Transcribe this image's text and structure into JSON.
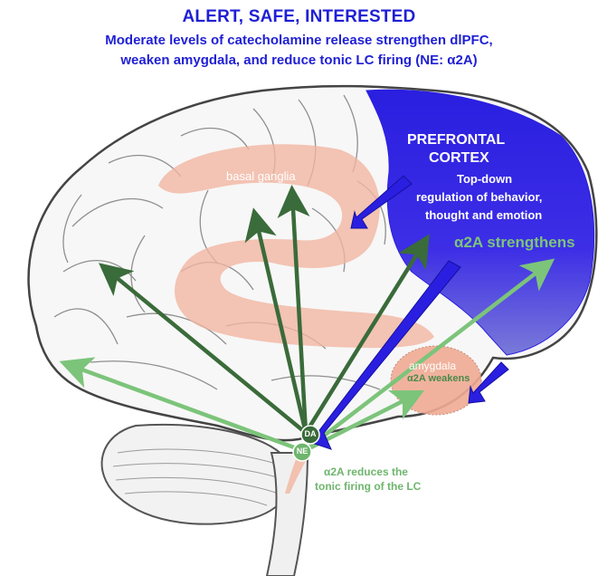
{
  "header": {
    "title": "ALERT, SAFE, INTERESTED",
    "line1": "Moderate levels of catecholamine release strengthen dlPFC,",
    "line2": "weaken amygdala, and reduce tonic LC firing (NE: α2A)"
  },
  "labels": {
    "basal_ganglia": "basal ganglia",
    "pfc_line1": "PREFRONTAL",
    "pfc_line2": "CORTEX",
    "topdown_line1": "Top-down",
    "topdown_line2": "regulation of behavior,",
    "topdown_line3": "thought and emotion",
    "a2a_strengthens": "α2A strengthens",
    "amygdala": "amygdala",
    "a2a_weakens": "α2A weakens",
    "da": "DA",
    "ne": "NE",
    "lc_line1": "α2A reduces the",
    "lc_line2": "tonic firing of the LC"
  },
  "colors": {
    "title": "#1f1fd6",
    "pfc_blue": "#2a1fe0",
    "dark_green": "#3a6b3a",
    "light_green": "#7cc47a",
    "salmon": "#f2b5a0"
  }
}
